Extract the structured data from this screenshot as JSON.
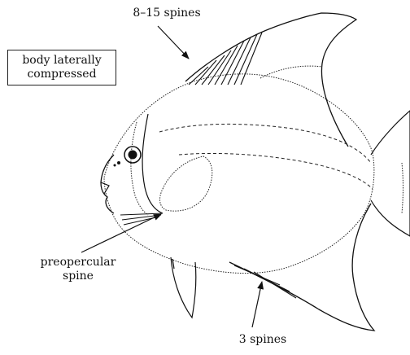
{
  "labels": {
    "dorsal_spines": "8–15 spines",
    "body_line1": "body laterally",
    "body_line2": "compressed",
    "preopercular_line1": "preopercular",
    "preopercular_line2": "spine",
    "anal_spines": "3 spines"
  },
  "colors": {
    "ink": "#111111",
    "background": "#ffffff"
  }
}
